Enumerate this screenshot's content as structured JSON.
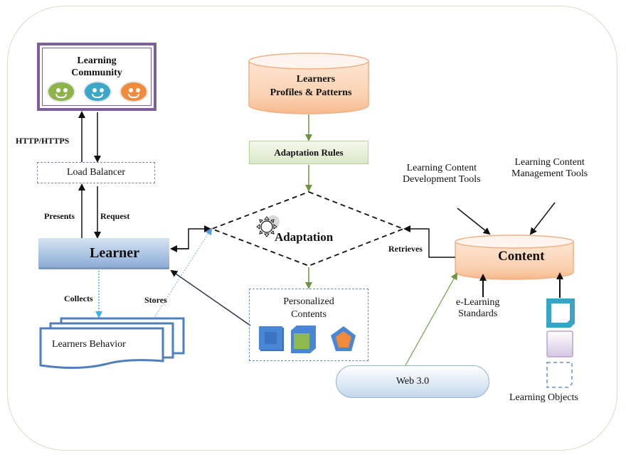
{
  "diagram": {
    "title": "Adaptive e-Learning Architecture",
    "nodes": {
      "learning_community": {
        "label": "Learning Community",
        "smileys": [
          {
            "name": "green-smiley",
            "color": "#8db34a"
          },
          {
            "name": "blue-smiley",
            "color": "#3ba7c9"
          },
          {
            "name": "orange-smiley",
            "color": "#f08a3c"
          }
        ],
        "border_color": "#7b5f99"
      },
      "load_balancer": {
        "label": "Load Balancer"
      },
      "learner": {
        "label": "Learner"
      },
      "learners_behavior": {
        "label": "Learners Behavior"
      },
      "profiles": {
        "line1": "Learners",
        "line2": "Profiles & Patterns"
      },
      "adaptation_rules": {
        "label": "Adaptation Rules"
      },
      "adaptation": {
        "label": "Adaptation"
      },
      "personalized_contents": {
        "line1": "Personalized",
        "line2": "Contents"
      },
      "content": {
        "label": "Content"
      },
      "dev_tools": {
        "line1": "Learning Content",
        "line2": "Development Tools"
      },
      "mgmt_tools": {
        "line1": "Learning Content",
        "line2": "Management Tools"
      },
      "elearning_standards": {
        "line1": "e-Learning",
        "line2": "Standards"
      },
      "learning_objects": {
        "label": "Learning Objects"
      },
      "web30": {
        "label": "Web 3.0"
      }
    },
    "edge_labels": {
      "http": "HTTP/HTTPS",
      "presents": "Presents",
      "request": "Request",
      "collects": "Collects",
      "stores": "Stores",
      "retrieves": "Retrieves"
    },
    "colors": {
      "cylinder_fill": "#fbd3b5",
      "green_arrow": "#6e9440",
      "blue_dotted": "#3cb4e6",
      "behavior_border": "#4f7fbf"
    }
  }
}
